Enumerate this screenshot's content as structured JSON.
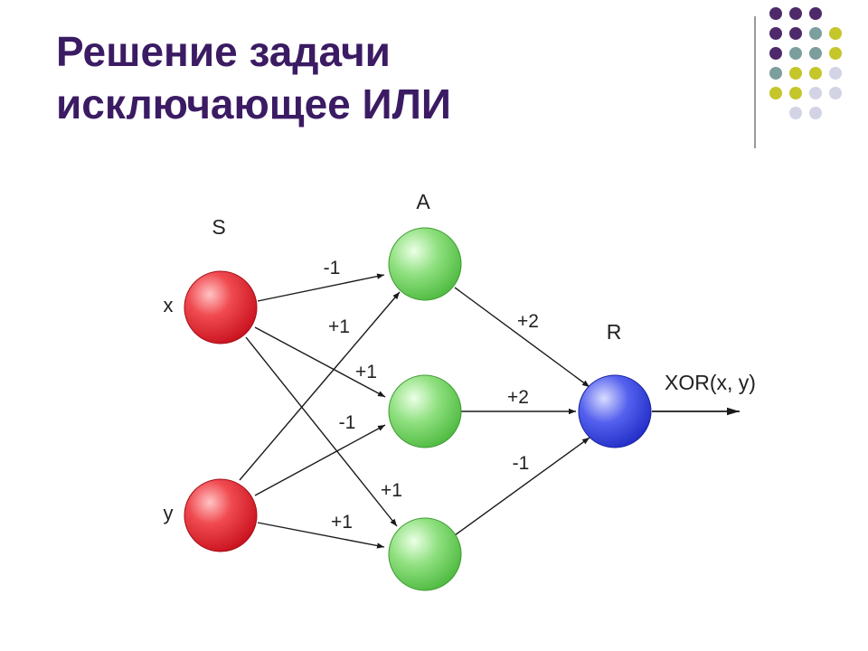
{
  "title": {
    "line1": "Решение задачи",
    "line2": "исключающее ИЛИ"
  },
  "colors": {
    "title": "#3b1b63",
    "dot_purple": "#4f2a6b",
    "dot_teal": "#7c9e9c",
    "dot_olive": "#c4c62a",
    "dot_lavender": "#d3d3e6",
    "node_input": "#e52230",
    "node_hidden": "#66cc55",
    "node_output": "#3340e0"
  },
  "dots": [
    [
      "purple",
      "purple",
      "purple",
      null
    ],
    [
      "purple",
      "purple",
      "teal",
      "olive"
    ],
    [
      "purple",
      "teal",
      "teal",
      "olive"
    ],
    [
      "teal",
      "olive",
      "olive",
      "lavender"
    ],
    [
      "olive",
      "olive",
      "lavender",
      "lavender"
    ],
    [
      null,
      "lavender",
      "lavender",
      null
    ]
  ],
  "diagram": {
    "layer_labels": {
      "s": "S",
      "a": "A",
      "r": "R"
    },
    "input_labels": {
      "x": "x",
      "y": "y"
    },
    "output_label": "XOR(x, y)",
    "weights": {
      "x_a1": "-1",
      "y_a1": "+1",
      "x_a2": "+1",
      "y_a2": "-1",
      "x_a3": "+1",
      "y_a3": "+1",
      "a1_r": "+2",
      "a2_r": "+2",
      "a3_r": "-1"
    }
  }
}
